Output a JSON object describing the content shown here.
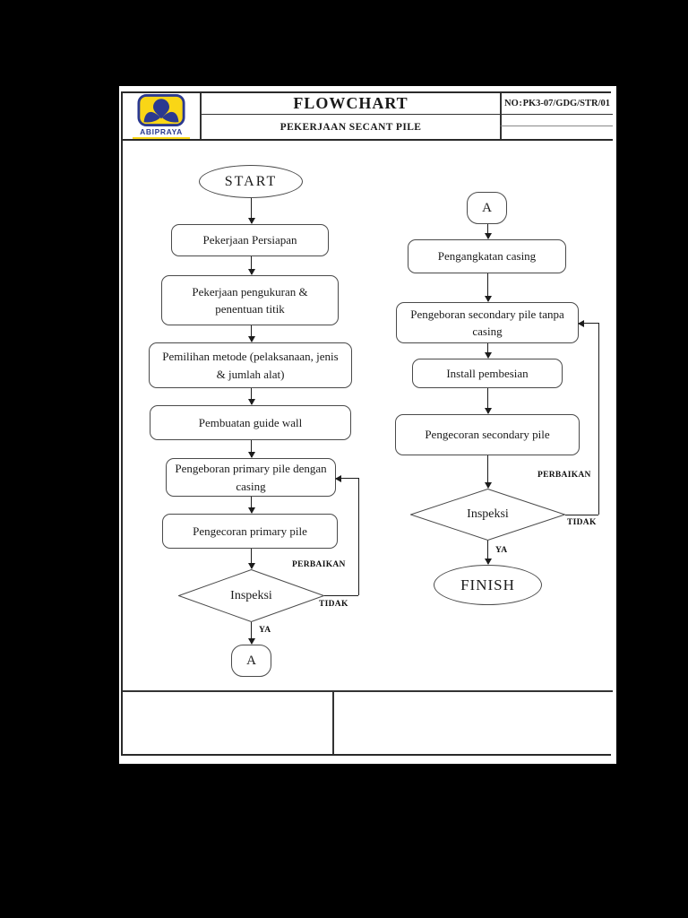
{
  "window": {
    "background": "#000000",
    "page_background": "#ffffff"
  },
  "header": {
    "title": "FLOWCHART",
    "subtitle": "PEKERJAAN SECANT PILE",
    "doc_no": {
      "label": "NO",
      "separator": ":",
      "value": "PK3-07/GDG/STR/01"
    },
    "logo": {
      "brand": "ABIPRAYA",
      "emblem": "abipraya-tulip-emblem",
      "blue": "#2b3990",
      "yellow": "#f9d616"
    }
  },
  "flow": {
    "left": {
      "nodes": [
        {
          "type": "terminator",
          "label": "START"
        },
        {
          "type": "process",
          "label": "Pekerjaan Persiapan"
        },
        {
          "type": "process",
          "label": "Pekerjaan pengukuran & penentuan titik"
        },
        {
          "type": "process",
          "label": "Pemilihan metode (pelaksanaan, jenis & jumlah alat)"
        },
        {
          "type": "process",
          "label": "Pembuatan guide wall"
        },
        {
          "type": "process",
          "label": "Pengeboran primary pile dengan casing"
        },
        {
          "type": "process",
          "label": "Pengecoran primary pile"
        },
        {
          "type": "decision",
          "label": "Inspeksi"
        },
        {
          "type": "connector",
          "label": "A"
        }
      ],
      "edge_labels": {
        "yes": "YA",
        "no": "TIDAK",
        "fix": "PERBAIKAN"
      }
    },
    "right": {
      "nodes": [
        {
          "type": "connector",
          "label": "A"
        },
        {
          "type": "process",
          "label": "Pengangkatan casing"
        },
        {
          "type": "process",
          "label": "Pengeboran secondary pile tanpa casing"
        },
        {
          "type": "process",
          "label": "Install pembesian"
        },
        {
          "type": "process",
          "label": "Pengecoran secondary pile"
        },
        {
          "type": "decision",
          "label": "Inspeksi"
        },
        {
          "type": "terminator",
          "label": "FINISH"
        }
      ],
      "edge_labels": {
        "yes": "YA",
        "no": "TIDAK",
        "fix": "PERBAIKAN"
      }
    }
  },
  "footer": {
    "left_cell": "",
    "right_cell": ""
  }
}
